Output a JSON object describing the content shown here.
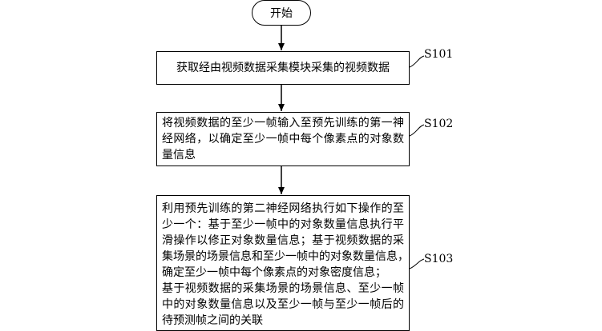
{
  "start": {
    "label": "开始"
  },
  "steps": [
    {
      "id": "S101",
      "lines": [
        "获取经由视频数据采集模块采集的视频数据"
      ]
    },
    {
      "id": "S102",
      "lines": [
        "将视频数据的至少一帧输入至预先训练的第一神",
        "经网络，以确定至少一帧中每个像素点的对象数",
        "量信息"
      ]
    },
    {
      "id": "S103",
      "lines": [
        "利用预先训练的第二神经网络执行如下操作的至",
        "少一个：基于至少一帧中的对象数量信息执行平",
        "滑操作以修正对象数量信息；基于视频数据的采",
        "集场景的场景信息和至少一帧中的对象数量信息，",
        "确定至少一帧中每个像素点的对象密度信息；",
        "基于视频数据的采集场景的场景信息、至少一帧",
        "中的对象数量信息以及至少一帧与至少一帧后的",
        "待预测帧之间的关联"
      ]
    }
  ]
}
